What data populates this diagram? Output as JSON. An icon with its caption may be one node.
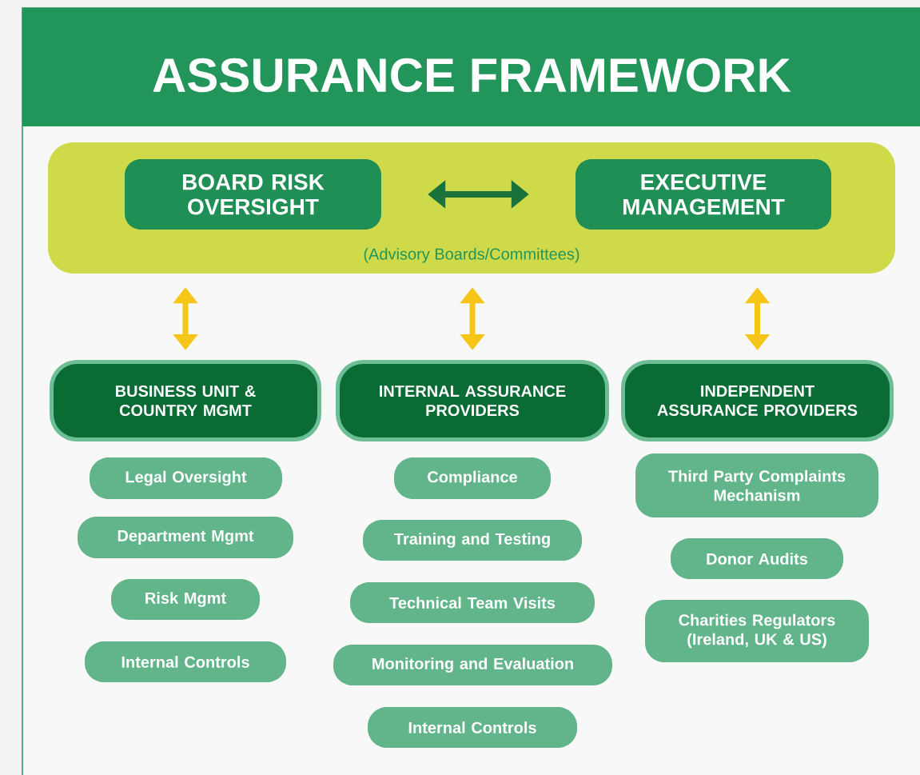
{
  "diagram": {
    "title": "ASSURANCE FRAMEWORK",
    "nodes": [
      {
        "text": [
          "(Advisory Boards/Committees)"
        ]
      },
      {
        "text": [
          "BOARD RISK OVERSIGHT"
        ],
        "in": 0
      },
      {
        "text": [
          "EXECUTIVE MANAGEMENT"
        ],
        "in": 0
      },
      {
        "text": [
          "BUSINESS UNIT & COUNTRY MGMT"
        ]
      },
      {
        "text": [
          "INTERNAL ASSURANCE PROVIDERS"
        ]
      },
      {
        "text": [
          "INDEPENDENT ASSURANCE PROVIDERS"
        ]
      },
      {
        "text": [
          "Legal Oversight"
        ]
      },
      {
        "text": [
          "Department Mgmt"
        ]
      },
      {
        "text": [
          "Risk Mgmt"
        ]
      },
      {
        "text": [
          "Internal Controls"
        ]
      },
      {
        "text": [
          "Compliance"
        ]
      },
      {
        "text": [
          "Training and Testing"
        ]
      },
      {
        "text": [
          "Technical Team Visits"
        ]
      },
      {
        "text": [
          "Monitoring and Evaluation"
        ]
      },
      {
        "text": [
          "Internal Controls"
        ]
      },
      {
        "text": [
          "Third Party Complaints Mechanism"
        ]
      },
      {
        "text": [
          "Donor Audits"
        ]
      },
      {
        "text": [
          "Charities Regulators (Ireland, UK & US)"
        ]
      }
    ],
    "edges": [
      {
        "from": 1,
        "to": 2,
        "arrow": "both",
        "color": "#19733a"
      },
      {
        "from": 0,
        "to": 3,
        "arrow": "both"
      },
      {
        "from": 0,
        "to": 4,
        "arrow": "both"
      },
      {
        "from": 0,
        "to": 5,
        "arrow": "both"
      }
    ]
  }
}
